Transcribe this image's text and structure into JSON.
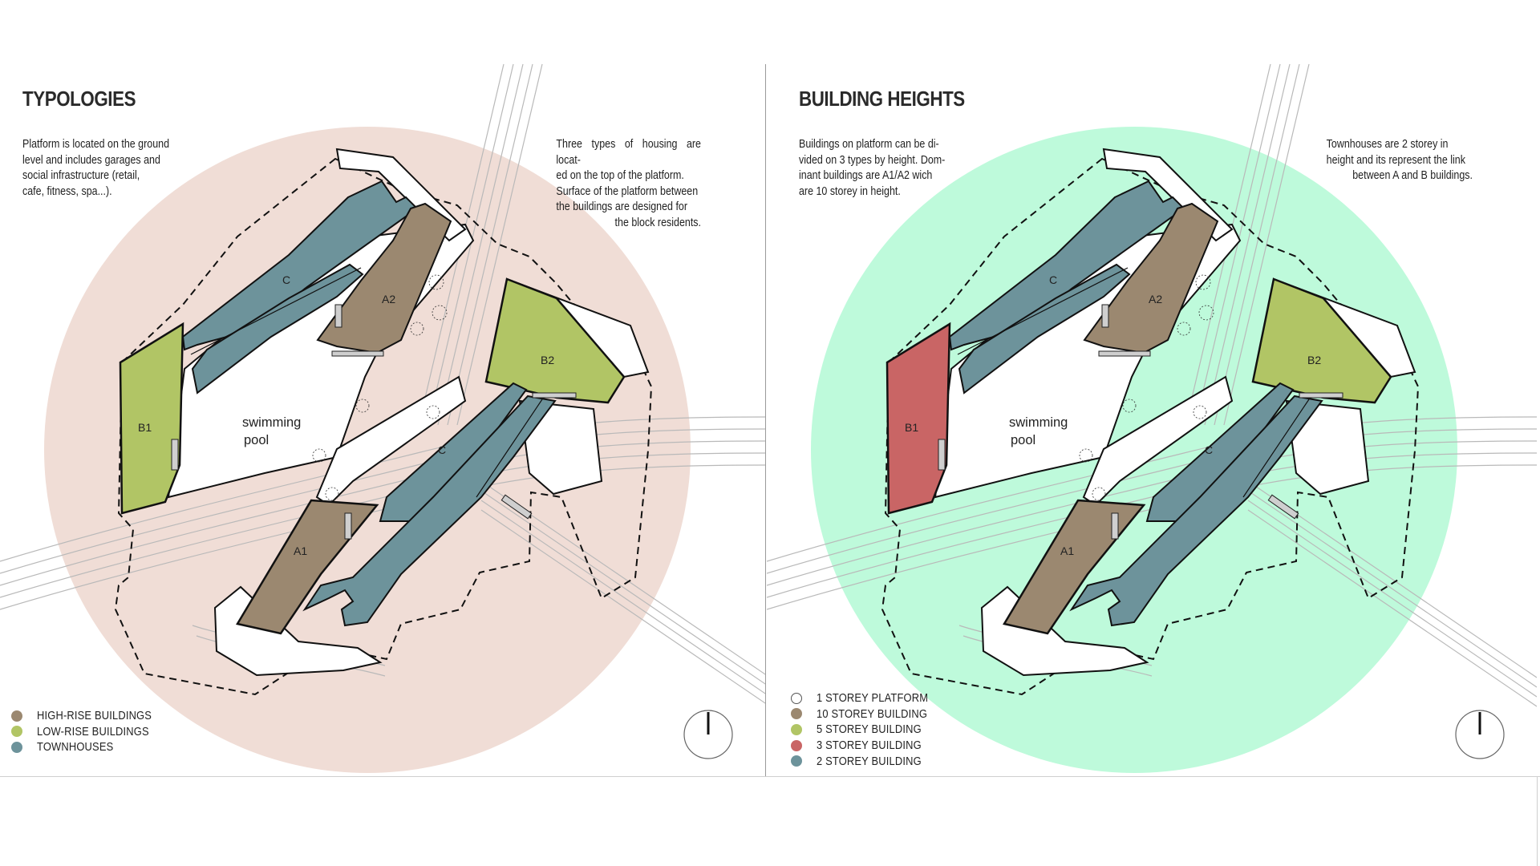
{
  "left": {
    "title": "TYPOLOGIES",
    "note_left": [
      "Platform is located on the ground",
      "level and includes garages and",
      "social infrastructure (retail,",
      "cafe, fitness, spa...)."
    ],
    "note_right": [
      "Three types of housing are locat-",
      "ed on the top of the platform.",
      "Surface of the platform between",
      "the buildings are designed for",
      "the block residents."
    ],
    "circle_color": "#f0ddd6",
    "colors": {
      "c": "#6d939b",
      "a1": "#9b8870",
      "a2": "#9b8870",
      "b1": "#b1c565",
      "b2": "#b1c565"
    },
    "legend": [
      {
        "label": "HIGH-RISE BUILDINGS",
        "color": "#9b8870"
      },
      {
        "label": "LOW-RISE BUILDINGS",
        "color": "#b1c565"
      },
      {
        "label": "TOWNHOUSES",
        "color": "#6d939b"
      }
    ]
  },
  "right": {
    "title": "BUILDING HEIGHTS",
    "note_left": [
      "Buildings on platform can be di-",
      "vided on 3 types by height. Dom-",
      "inant buildings are A1/A2 wich",
      "are 10 storey in height."
    ],
    "note_right": [
      "Townhouses are 2 storey in",
      "height and its represent the link",
      "between A and B buildings."
    ],
    "circle_color": "#befadb",
    "colors": {
      "c": "#6d939b",
      "a1": "#9b8870",
      "a2": "#9b8870",
      "b1": "#c96565",
      "b2": "#b1c565"
    },
    "legend": [
      {
        "label": "1 STOREY PLATFORM",
        "color": "#ffffff",
        "outline": true
      },
      {
        "label": "10 STOREY BUILDING",
        "color": "#9b8870"
      },
      {
        "label": "5 STOREY BUILDING",
        "color": "#b1c565"
      },
      {
        "label": "3 STOREY BUILDING",
        "color": "#c96565"
      },
      {
        "label": "2 STOREY BUILDING",
        "color": "#6d939b"
      }
    ]
  },
  "building_labels": {
    "c_top": "C",
    "a2": "A2",
    "b2": "B2",
    "b1": "B1",
    "c_bottom": "C",
    "a1": "A1"
  },
  "pool_label": [
    "swimming",
    "pool"
  ]
}
